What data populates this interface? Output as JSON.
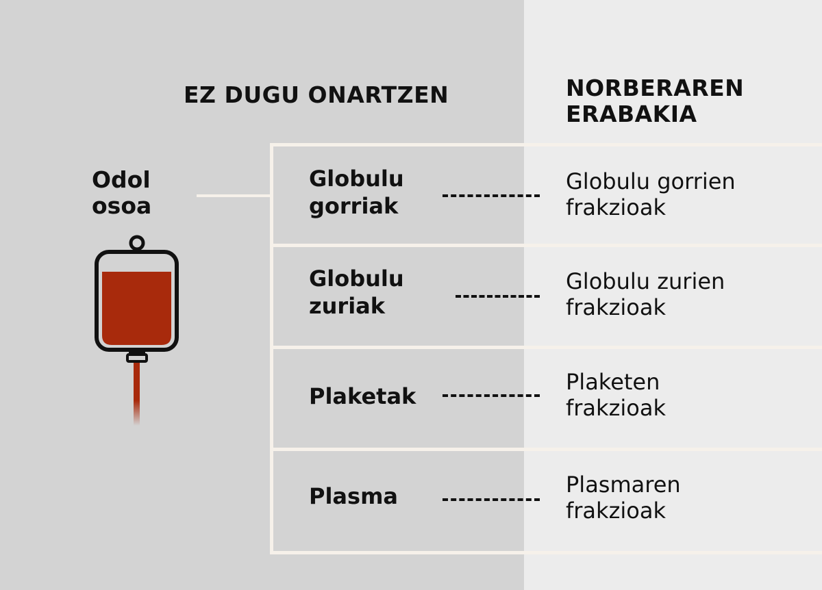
{
  "headings": {
    "left": "EZ DUGU ONARTZEN",
    "right": "NORBERAREN\nERABAKIA"
  },
  "source": {
    "label": "Odol\nosoa",
    "icon": "blood-bag-icon"
  },
  "rows": [
    {
      "component": "Globulu\ngorriak",
      "fraction": "Globulu gorrien\nfrakzioak"
    },
    {
      "component": "Globulu\nzuriak",
      "fraction": "Globulu zurien\nfrakzioak"
    },
    {
      "component": "Plaketak",
      "fraction": "Plaketen\nfrakzioak"
    },
    {
      "component": "Plasma",
      "fraction": "Plasmaren\nfrakzioak"
    }
  ],
  "colors": {
    "left_panel": "#d3d3d3",
    "right_panel": "#ececec",
    "lines": "#f6f1ea",
    "blood": "#a82a0c"
  }
}
